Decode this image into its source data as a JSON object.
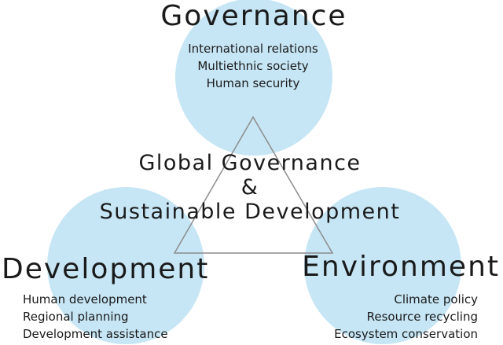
{
  "colors": {
    "circle_fill": "#c6e6f5",
    "triangle_stroke": "#8c8c8c",
    "text": "#1a1a1a"
  },
  "center": {
    "line1": "Global Governance",
    "line2": "&",
    "line3": "Sustainable Development"
  },
  "governance": {
    "title": "Governance",
    "items": [
      "International relations",
      "Multiethnic society",
      "Human security"
    ]
  },
  "development": {
    "title": "Development",
    "items": [
      "Human development",
      "Regional planning",
      "Development assistance"
    ]
  },
  "environment": {
    "title": "Environment",
    "items": [
      "Climate policy",
      "Resource recycling",
      "Ecosystem conservation"
    ]
  }
}
